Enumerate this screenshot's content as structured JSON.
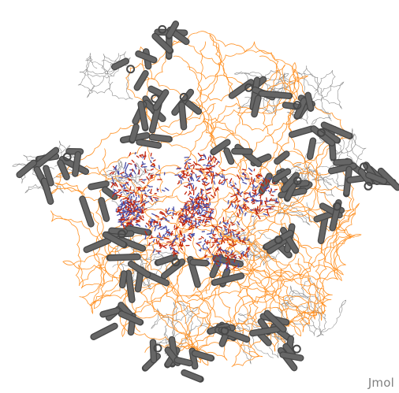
{
  "viewer": {
    "watermark": "Jmol",
    "background_color": "#ffffff"
  },
  "structure": {
    "colors": {
      "protein_cartoon": "#666666",
      "protein_cartoon_edge": "#474747",
      "protein_coil": "#8a8a8a",
      "rna_backbone": "#ff8c1a",
      "ligand_red": "#c1270f",
      "ligand_blue": "#4a4fa8"
    },
    "representations": [
      "protein-cartoon",
      "protein-coil",
      "rna-trace",
      "ligand-sticks"
    ]
  }
}
